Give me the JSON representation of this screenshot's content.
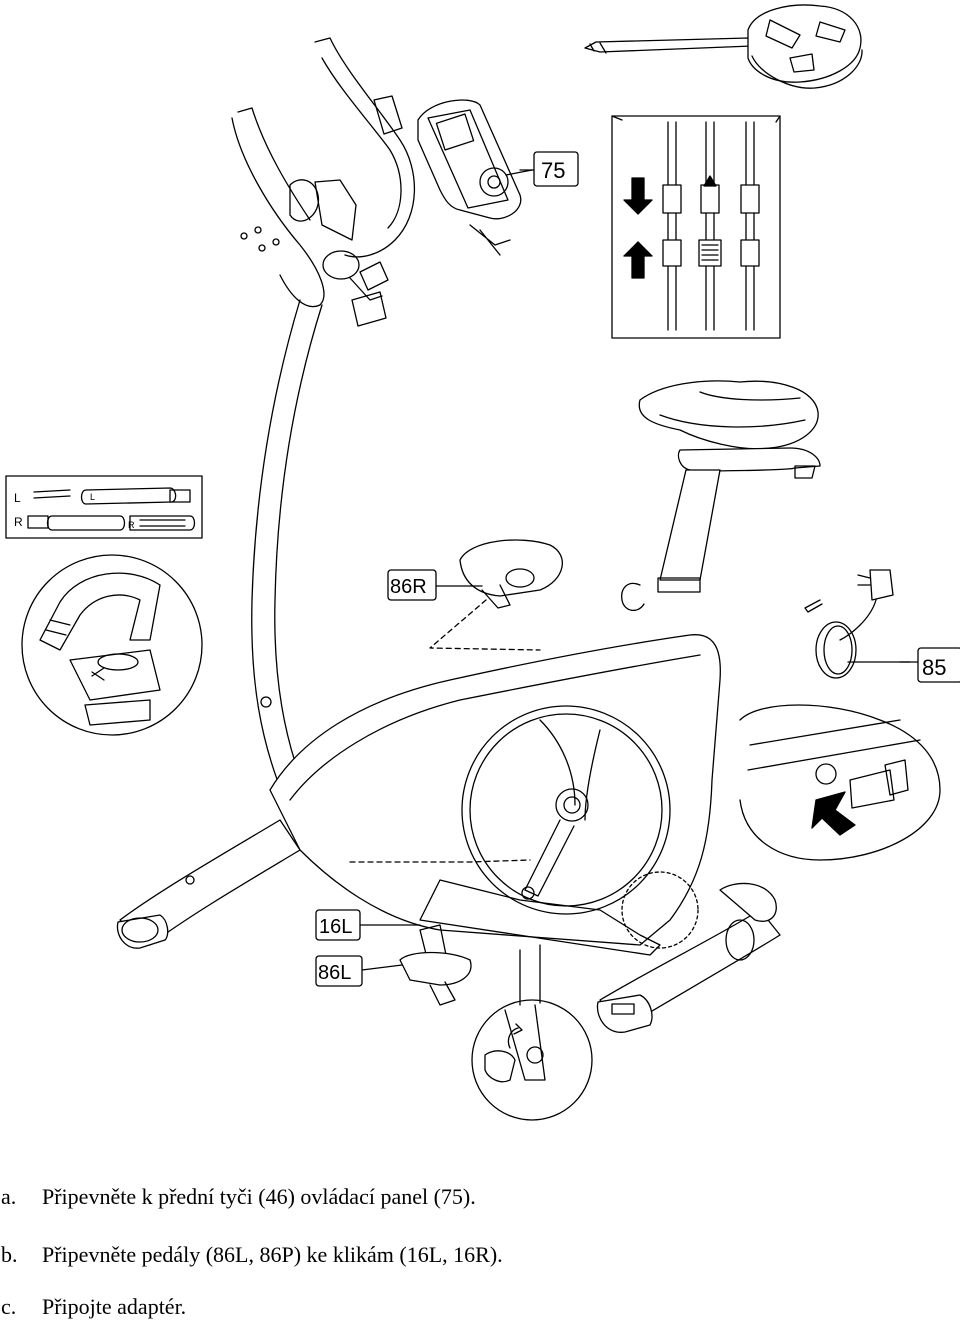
{
  "callouts": {
    "console_part": "75",
    "adapter_part": "85",
    "right_pedal_part": "86R",
    "left_crank_part": "16L",
    "left_pedal_part": "86L"
  },
  "strap_detail": {
    "left_mark": "L",
    "right_mark": "R",
    "left_strap_mark": "L",
    "right_strap_mark": "R"
  },
  "instructions": [
    {
      "letter": "a.",
      "text": "Připevněte k přední tyči (46) ovládací panel (75)."
    },
    {
      "letter": "b.",
      "text": "Připevněte pedály (86L, 86P) ke klikám (16L, 16R)."
    },
    {
      "letter": "c.",
      "text": "Připojte adaptér."
    }
  ]
}
